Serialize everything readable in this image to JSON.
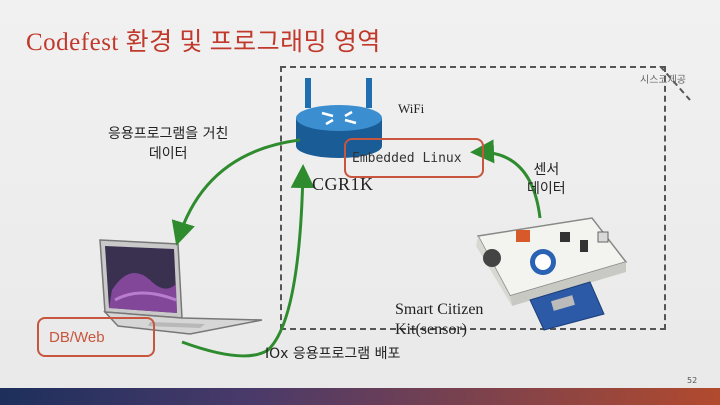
{
  "slide": {
    "title": "Codefest 환경 및 프로그래밍 영역",
    "corner_tag": "시스코제공",
    "wifi_label": "WiFi",
    "embedded_label": "Embedded Linux",
    "device_label": "CGR1K",
    "left_label_line1": "응용프로그램을 거친",
    "left_label_line2": "데이터",
    "right_label_line1": "센서",
    "right_label_line2": "데이터",
    "db_label": "DB/Web",
    "kit_line1": "Smart Citizen",
    "kit_line2": "Kit(sensor)",
    "iox_label": "IOx 응용프로그램 배포",
    "page_number": "52"
  },
  "colors": {
    "title": "#c0392b",
    "box_border": "#c8553d",
    "arrow": "#2e8b2e",
    "router": "#1f6fb0"
  },
  "icons": [
    "router-icon",
    "laptop-icon",
    "sensor-board-icon"
  ]
}
